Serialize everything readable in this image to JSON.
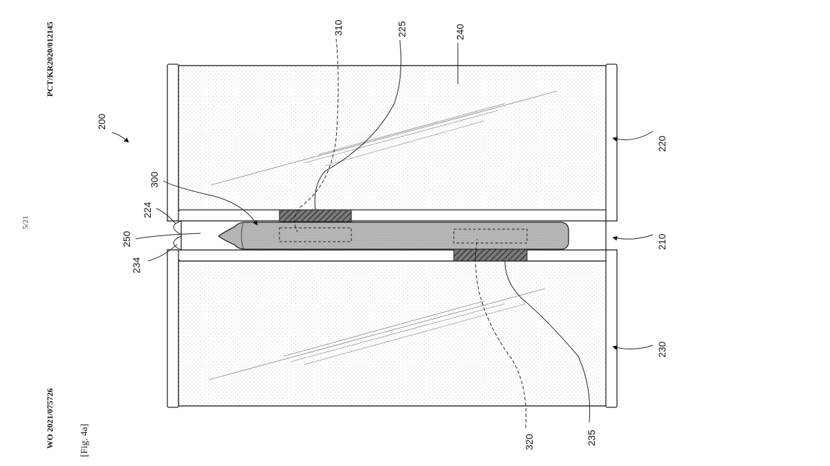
{
  "header": {
    "publication": "WO 2021/075726",
    "application": "PCT/KR2020/012145",
    "sheet": "5/21",
    "figure": "[Fig. 4a]"
  },
  "reference_numerals": {
    "device": "200",
    "hinge": "210",
    "housing_first": "220",
    "magnet_first": "225",
    "housing_second": "230",
    "edge_first": "224",
    "edge_second": "234",
    "magnet_second": "235",
    "display": "240",
    "recess": "250",
    "pen": "300",
    "pen_magnet_first": "310",
    "pen_magnet_second": "320"
  }
}
